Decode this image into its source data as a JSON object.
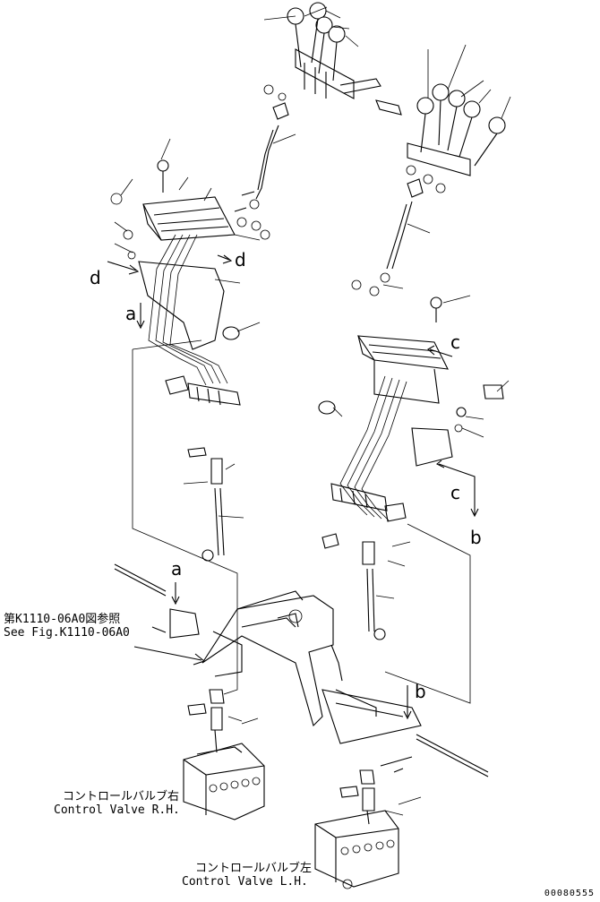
{
  "callouts": {
    "a": "a",
    "b": "b",
    "c": "c",
    "d": "d"
  },
  "references": {
    "figure_ref_ja": "第K1110-06A0図参照",
    "figure_ref_en": "See Fig.K1110-06A0"
  },
  "valves": {
    "right_ja": "コントロールバルブ右",
    "right_en": "Control Valve R.H.",
    "left_ja": "コントロールバルブ左",
    "left_en": "Control Valve L.H."
  },
  "part_number": "00080555"
}
